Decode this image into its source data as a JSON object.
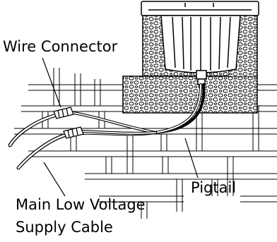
{
  "labels": {
    "wire_connector": "Wire Connector",
    "pigtail": "Pigtail",
    "main_cable_line1": "Main Low Voltage",
    "main_cable_line2": "Supply Cable"
  },
  "colors": {
    "line": "#000000",
    "background": "#ffffff"
  },
  "icons": [
    "light-fixture-icon",
    "wire-connector-icon"
  ]
}
